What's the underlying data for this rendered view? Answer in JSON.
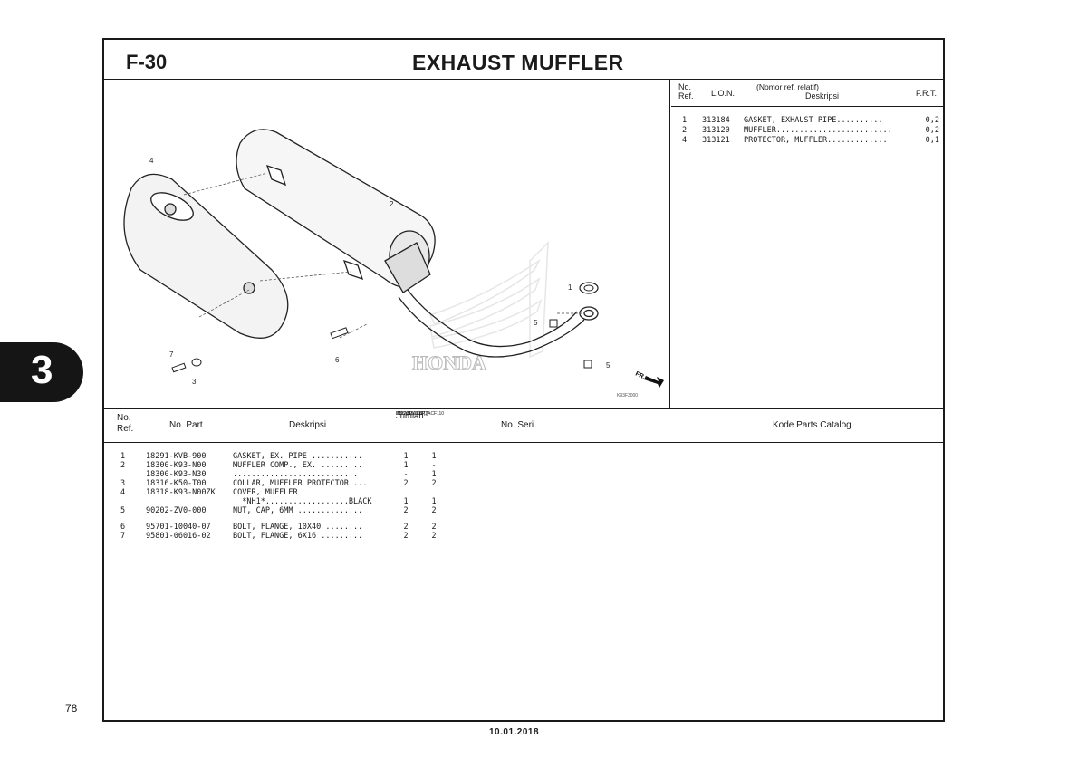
{
  "header": {
    "figure_code": "F-30",
    "title": "EXHAUST MUFFLER"
  },
  "section": {
    "number": "3"
  },
  "page_number": "78",
  "footer": {
    "date": "10.01.2018"
  },
  "diagram": {
    "callouts": [
      "4",
      "2",
      "1",
      "5",
      "5",
      "6",
      "7",
      "3"
    ],
    "direction_label": "FR.",
    "figure_code": "K93F3000",
    "watermark": "HONDA"
  },
  "ref_table": {
    "headers": {
      "no_ref": "No. Ref.",
      "lon": "L.O.N.",
      "nomor": "(Nomor ref. relatif)",
      "deskripsi": "Deskripsi",
      "frt": "F.R.T."
    },
    "rows": [
      {
        "ref": "1",
        "lon": "313184",
        "desc": "GASKET, EXHAUST PIPE..........",
        "frt": "0,2"
      },
      {
        "ref": "2",
        "lon": "313120",
        "desc": "MUFFLER.........................",
        "frt": "0,2"
      },
      {
        "ref": "4",
        "lon": "313121",
        "desc": "PROTECTOR, MUFFLER.............",
        "frt": "0,1"
      }
    ]
  },
  "parts_table": {
    "headers": {
      "no_ref": "No. Ref.",
      "no_part": "No. Part",
      "deskripsi": "Deskripsi",
      "jumlah": "Jumlah",
      "jumlah_sub1": "SCOOPY eSP (ACF110",
      "jumlah_sub2": "CBS ISS (CST)",
      "jumlah_cols": "2017(H)  2018(J)",
      "no_seri": "No. Seri",
      "kode_parts": "Kode Parts Catalog"
    },
    "rows": [
      {
        "ref": "1",
        "part": "18291-KVB-900",
        "desc": "GASKET, EX. PIPE ...........",
        "q1": "1",
        "q2": "1"
      },
      {
        "ref": "2",
        "part": "18300-K93-N00",
        "desc": "MUFFLER COMP., EX. .........",
        "q1": "1",
        "q2": "-"
      },
      {
        "ref": "",
        "part": "18300-K93-N30",
        "desc": "...........................",
        "q1": "-",
        "q2": "1"
      },
      {
        "ref": "3",
        "part": "18316-K50-T00",
        "desc": "COLLAR, MUFFLER PROTECTOR ...",
        "q1": "2",
        "q2": "2"
      },
      {
        "ref": "4",
        "part": "18318-K93-N00ZK",
        "desc": "COVER, MUFFLER",
        "q1": "",
        "q2": ""
      },
      {
        "ref": "",
        "part": "",
        "desc": "  *NH1*..................BLACK",
        "q1": "1",
        "q2": "1"
      },
      {
        "ref": "5",
        "part": "90202-ZV0-000",
        "desc": "NUT, CAP, 6MM ..............",
        "q1": "2",
        "q2": "2"
      },
      {
        "ref": "6",
        "part": "95701-10040-07",
        "desc": "BOLT, FLANGE, 10X40 ........",
        "q1": "2",
        "q2": "2"
      },
      {
        "ref": "7",
        "part": "95801-06016-02",
        "desc": "BOLT, FLANGE, 6X16 .........",
        "q1": "2",
        "q2": "2"
      }
    ]
  }
}
